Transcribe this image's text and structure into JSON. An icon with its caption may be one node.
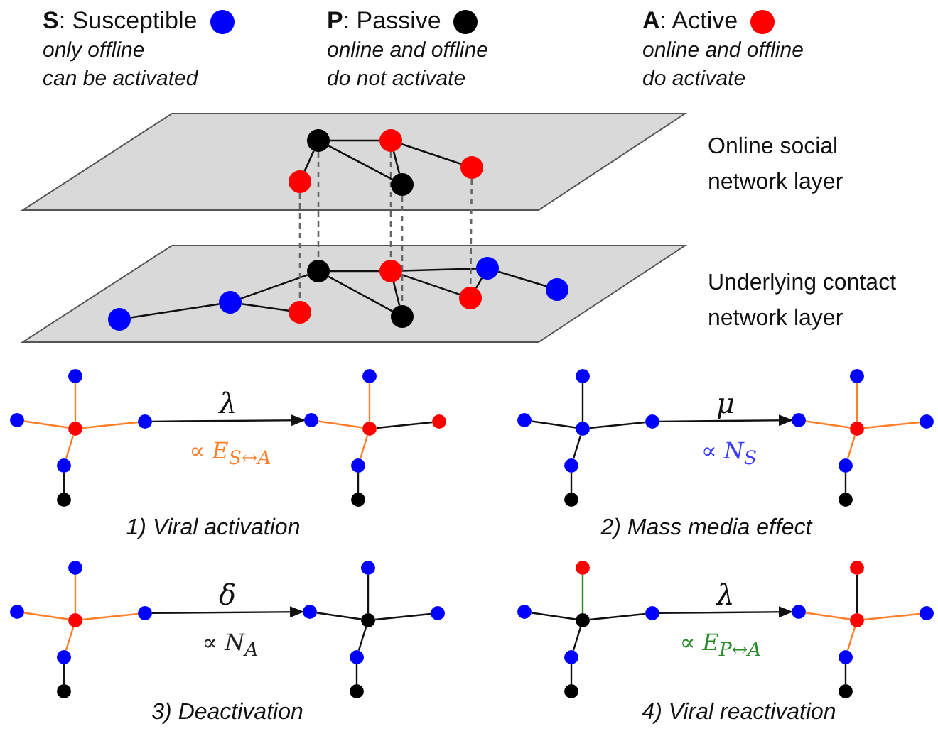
{
  "diagram": {
    "nodes": [
      {
        "text": [],
        "shape": "parallelogram",
        "beside": [
          "Online social network layer"
        ]
      },
      {
        "text": [],
        "shape": "circle",
        "in": 0
      },
      {
        "text": [],
        "shape": "circle",
        "in": 0
      },
      {
        "text": [],
        "shape": "circle",
        "in": 0
      },
      {
        "text": [],
        "shape": "circle",
        "in": 0
      },
      {
        "text": [],
        "shape": "circle",
        "in": 0
      },
      {
        "text": [],
        "shape": "parallelogram",
        "beside": [
          "Underlying contact network layer"
        ]
      },
      {
        "text": [],
        "shape": "circle",
        "in": 6
      },
      {
        "text": [],
        "shape": "circle",
        "in": 6
      },
      {
        "text": [],
        "shape": "circle",
        "in": 6
      },
      {
        "text": [],
        "shape": "circle",
        "in": 6
      },
      {
        "text": [],
        "shape": "circle",
        "in": 6
      },
      {
        "text": [],
        "shape": "circle",
        "in": 6
      },
      {
        "text": [],
        "shape": "circle",
        "in": 6
      },
      {
        "text": [],
        "shape": "circle",
        "in": 6
      },
      {
        "text": [],
        "shape": "circle",
        "in": 6
      },
      {
        "text": [],
        "shape": "circle"
      },
      {
        "text": [],
        "shape": "circle"
      },
      {
        "text": [],
        "shape": "circle"
      },
      {
        "text": [],
        "shape": "circle"
      },
      {
        "text": [],
        "shape": "circle"
      },
      {
        "text": [],
        "shape": "circle"
      },
      {
        "text": [],
        "shape": "circle"
      },
      {
        "text": [],
        "shape": "circle"
      },
      {
        "text": [],
        "shape": "circle"
      },
      {
        "text": [],
        "shape": "circle"
      },
      {
        "text": [],
        "shape": "circle"
      },
      {
        "text": [],
        "shape": "circle"
      },
      {
        "text": [],
        "shape": "circle"
      },
      {
        "text": [],
        "shape": "circle"
      },
      {
        "text": [],
        "shape": "circle"
      },
      {
        "text": [],
        "shape": "circle"
      },
      {
        "text": [],
        "shape": "circle"
      },
      {
        "text": [],
        "shape": "circle"
      },
      {
        "text": [],
        "shape": "circle"
      },
      {
        "text": [],
        "shape": "circle"
      },
      {
        "text": [],
        "shape": "circle"
      },
      {
        "text": [],
        "shape": "circle"
      },
      {
        "text": [],
        "shape": "circle"
      },
      {
        "text": [],
        "shape": "circle"
      },
      {
        "text": [],
        "shape": "circle"
      },
      {
        "text": [],
        "shape": "circle"
      },
      {
        "text": [],
        "shape": "circle"
      },
      {
        "text": [],
        "shape": "circle"
      },
      {
        "text": [],
        "shape": "circle"
      },
      {
        "text": [],
        "shape": "circle"
      },
      {
        "text": [],
        "shape": "circle"
      },
      {
        "text": [],
        "shape": "circle"
      },
      {
        "text": [],
        "shape": "circle"
      },
      {
        "text": [],
        "shape": "circle"
      },
      {
        "text": [],
        "shape": "circle"
      },
      {
        "text": [],
        "shape": "circle"
      },
      {
        "text": [],
        "shape": "circle"
      },
      {
        "text": [],
        "shape": "circle"
      },
      {
        "text": [],
        "shape": "circle"
      },
      {
        "text": [],
        "shape": "circle"
      },
      {
        "text": [],
        "shape": "circle"
      },
      {
        "text": [],
        "shape": "circle"
      },
      {
        "text": [],
        "shape": "circle"
      },
      {
        "text": [],
        "shape": "circle"
      },
      {
        "text": [],
        "shape": "circle"
      },
      {
        "text": [],
        "shape": "circle"
      },
      {
        "text": [],
        "shape": "circle"
      },
      {
        "text": [],
        "shape": "circle"
      }
    ],
    "edges": [
      {
        "from": 1,
        "to": 2,
        "arrow": "none"
      },
      {
        "from": 1,
        "to": 4,
        "arrow": "none"
      },
      {
        "from": 1,
        "to": 5,
        "arrow": "none"
      },
      {
        "from": 2,
        "to": 5,
        "arrow": "none"
      },
      {
        "from": 2,
        "to": 3,
        "arrow": "none"
      },
      {
        "from": 7,
        "to": 8,
        "arrow": "none"
      },
      {
        "from": 8,
        "to": 10,
        "arrow": "none"
      },
      {
        "from": 8,
        "to": 9,
        "arrow": "none"
      },
      {
        "from": 10,
        "to": 11,
        "arrow": "none"
      },
      {
        "from": 10,
        "to": 12,
        "arrow": "none"
      },
      {
        "from": 11,
        "to": 12,
        "arrow": "none"
      },
      {
        "from": 11,
        "to": 14,
        "arrow": "none"
      },
      {
        "from": 11,
        "to": 13,
        "arrow": "none"
      },
      {
        "from": 14,
        "to": 13,
        "arrow": "none"
      },
      {
        "from": 14,
        "to": 15,
        "arrow": "none"
      },
      {
        "from": 4,
        "to": 9,
        "arrow": "none",
        "style": "dashed",
        "color": "#666666"
      },
      {
        "from": 1,
        "to": 10,
        "arrow": "none",
        "style": "dashed",
        "color": "#666666"
      },
      {
        "from": 2,
        "to": 11,
        "arrow": "none",
        "style": "dashed",
        "color": "#666666"
      },
      {
        "from": 5,
        "to": 12,
        "arrow": "none",
        "style": "dashed",
        "color": "#666666"
      },
      {
        "from": 3,
        "to": 13,
        "arrow": "none",
        "style": "dashed",
        "color": "#666666"
      },
      {
        "from": 18,
        "to": 16,
        "arrow": "none",
        "color": "#ff7f2a"
      },
      {
        "from": 18,
        "to": 17,
        "arrow": "none",
        "color": "#ff7f2a"
      },
      {
        "from": 18,
        "to": 19,
        "arrow": "none",
        "color": "#ff7f2a"
      },
      {
        "from": 18,
        "to": 20,
        "arrow": "none",
        "color": "#ff7f2a"
      },
      {
        "from": 20,
        "to": 21,
        "arrow": "none"
      },
      {
        "from": 19,
        "to": 23,
        "arrow": "to",
        "label": "λ"
      },
      {
        "from": 24,
        "to": 22,
        "arrow": "none",
        "color": "#ff7f2a"
      },
      {
        "from": 24,
        "to": 23,
        "arrow": "none",
        "color": "#ff7f2a"
      },
      {
        "from": 24,
        "to": 25,
        "arrow": "none"
      },
      {
        "from": 24,
        "to": 26,
        "arrow": "none",
        "color": "#ff7f2a"
      },
      {
        "from": 26,
        "to": 27,
        "arrow": "none"
      },
      {
        "from": 30,
        "to": 28,
        "arrow": "none"
      },
      {
        "from": 30,
        "to": 29,
        "arrow": "none"
      },
      {
        "from": 30,
        "to": 31,
        "arrow": "none"
      },
      {
        "from": 30,
        "to": 32,
        "arrow": "none"
      },
      {
        "from": 32,
        "to": 33,
        "arrow": "none"
      },
      {
        "from": 31,
        "to": 35,
        "arrow": "to",
        "label": "μ"
      },
      {
        "from": 36,
        "to": 34,
        "arrow": "none",
        "color": "#ff7f2a"
      },
      {
        "from": 36,
        "to": 35,
        "arrow": "none",
        "color": "#ff7f2a"
      },
      {
        "from": 36,
        "to": 37,
        "arrow": "none",
        "color": "#ff7f2a"
      },
      {
        "from": 36,
        "to": 38,
        "arrow": "none",
        "color": "#ff7f2a"
      },
      {
        "from": 38,
        "to": 39,
        "arrow": "none"
      },
      {
        "from": 42,
        "to": 40,
        "arrow": "none",
        "color": "#ff7f2a"
      },
      {
        "from": 42,
        "to": 41,
        "arrow": "none",
        "color": "#ff7f2a"
      },
      {
        "from": 42,
        "to": 43,
        "arrow": "none",
        "color": "#ff7f2a"
      },
      {
        "from": 42,
        "to": 44,
        "arrow": "none",
        "color": "#ff7f2a"
      },
      {
        "from": 44,
        "to": 45,
        "arrow": "none"
      },
      {
        "from": 43,
        "to": 47,
        "arrow": "to",
        "label": "δ"
      },
      {
        "from": 48,
        "to": 46,
        "arrow": "none"
      },
      {
        "from": 48,
        "to": 47,
        "arrow": "none"
      },
      {
        "from": 48,
        "to": 49,
        "arrow": "none"
      },
      {
        "from": 48,
        "to": 50,
        "arrow": "none"
      },
      {
        "from": 50,
        "to": 51,
        "arrow": "none"
      },
      {
        "from": 54,
        "to": 52,
        "arrow": "none",
        "color": "#2b8a2b"
      },
      {
        "from": 54,
        "to": 53,
        "arrow": "none"
      },
      {
        "from": 54,
        "to": 55,
        "arrow": "none"
      },
      {
        "from": 54,
        "to": 56,
        "arrow": "none"
      },
      {
        "from": 56,
        "to": 57,
        "arrow": "none"
      },
      {
        "from": 55,
        "to": 59,
        "arrow": "to",
        "label": "λ"
      },
      {
        "from": 60,
        "to": 58,
        "arrow": "none"
      },
      {
        "from": 60,
        "to": 59,
        "arrow": "none",
        "color": "#ff7f2a"
      },
      {
        "from": 60,
        "to": 61,
        "arrow": "none",
        "color": "#ff7f2a"
      },
      {
        "from": 60,
        "to": 62,
        "arrow": "none",
        "color": "#ff7f2a"
      },
      {
        "from": 62,
        "to": 63,
        "arrow": "none"
      }
    ],
    "labels": [
      "only offline",
      "can be activated",
      "online and offline",
      "do not activate",
      "online and offline",
      "do activate",
      "∝ E$_{S↔A}$",
      "1) Viral activation",
      "∝ N$_{S}$",
      "2) Mass media effect",
      "∝ N$_{A}$",
      "3) Deactivation",
      "∝ E$_{P↔A}$",
      "4) Viral reactivation"
    ],
    "legend": [
      {
        "text": "**S**: Susceptible",
        "color": "#0000ff"
      },
      {
        "text": "**P**: Passive",
        "color": "#000000"
      },
      {
        "text": "**A**: Active",
        "color": "#ff0000"
      }
    ]
  }
}
